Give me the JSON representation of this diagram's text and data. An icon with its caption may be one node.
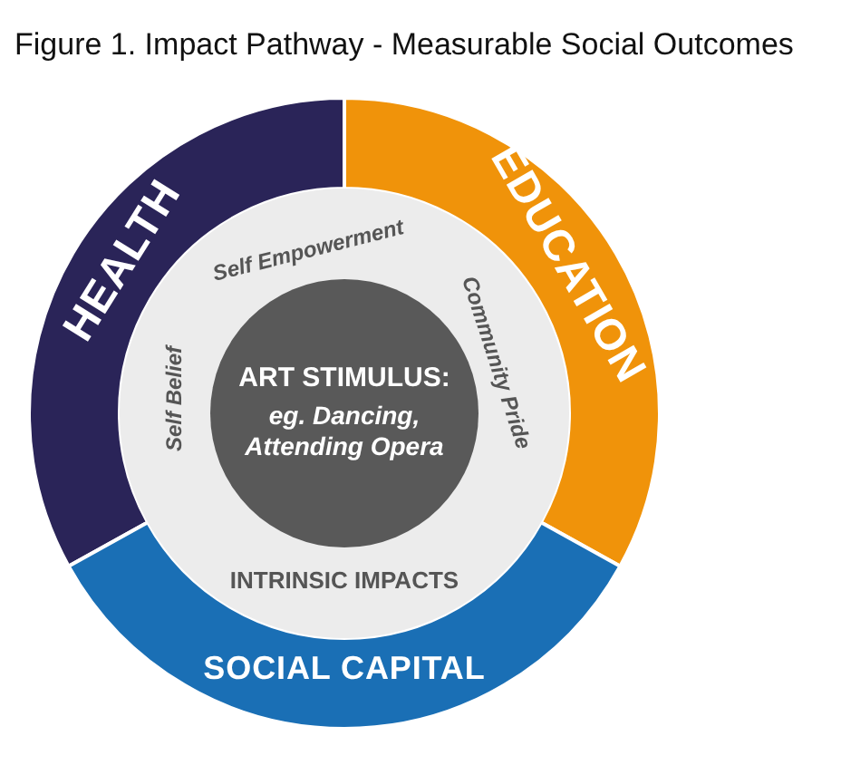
{
  "diagram": {
    "title": "Figure 1. Impact Pathway - Measurable Social Outcomes",
    "nodes": [
      {
        "text": [
          "HEALTH"
        ]
      },
      {
        "text": [
          "EDUCATION"
        ]
      },
      {
        "text": [
          "SOCIAL CAPITAL"
        ]
      },
      {
        "text": [
          "Self Empowerment",
          "Self Belief",
          "Community Pride",
          "INTRINSIC IMPACTS"
        ]
      },
      {
        "text": [
          "ART STIMULUS:",
          "eg. Dancing, Attending Opera"
        ],
        "in": 3
      }
    ]
  }
}
